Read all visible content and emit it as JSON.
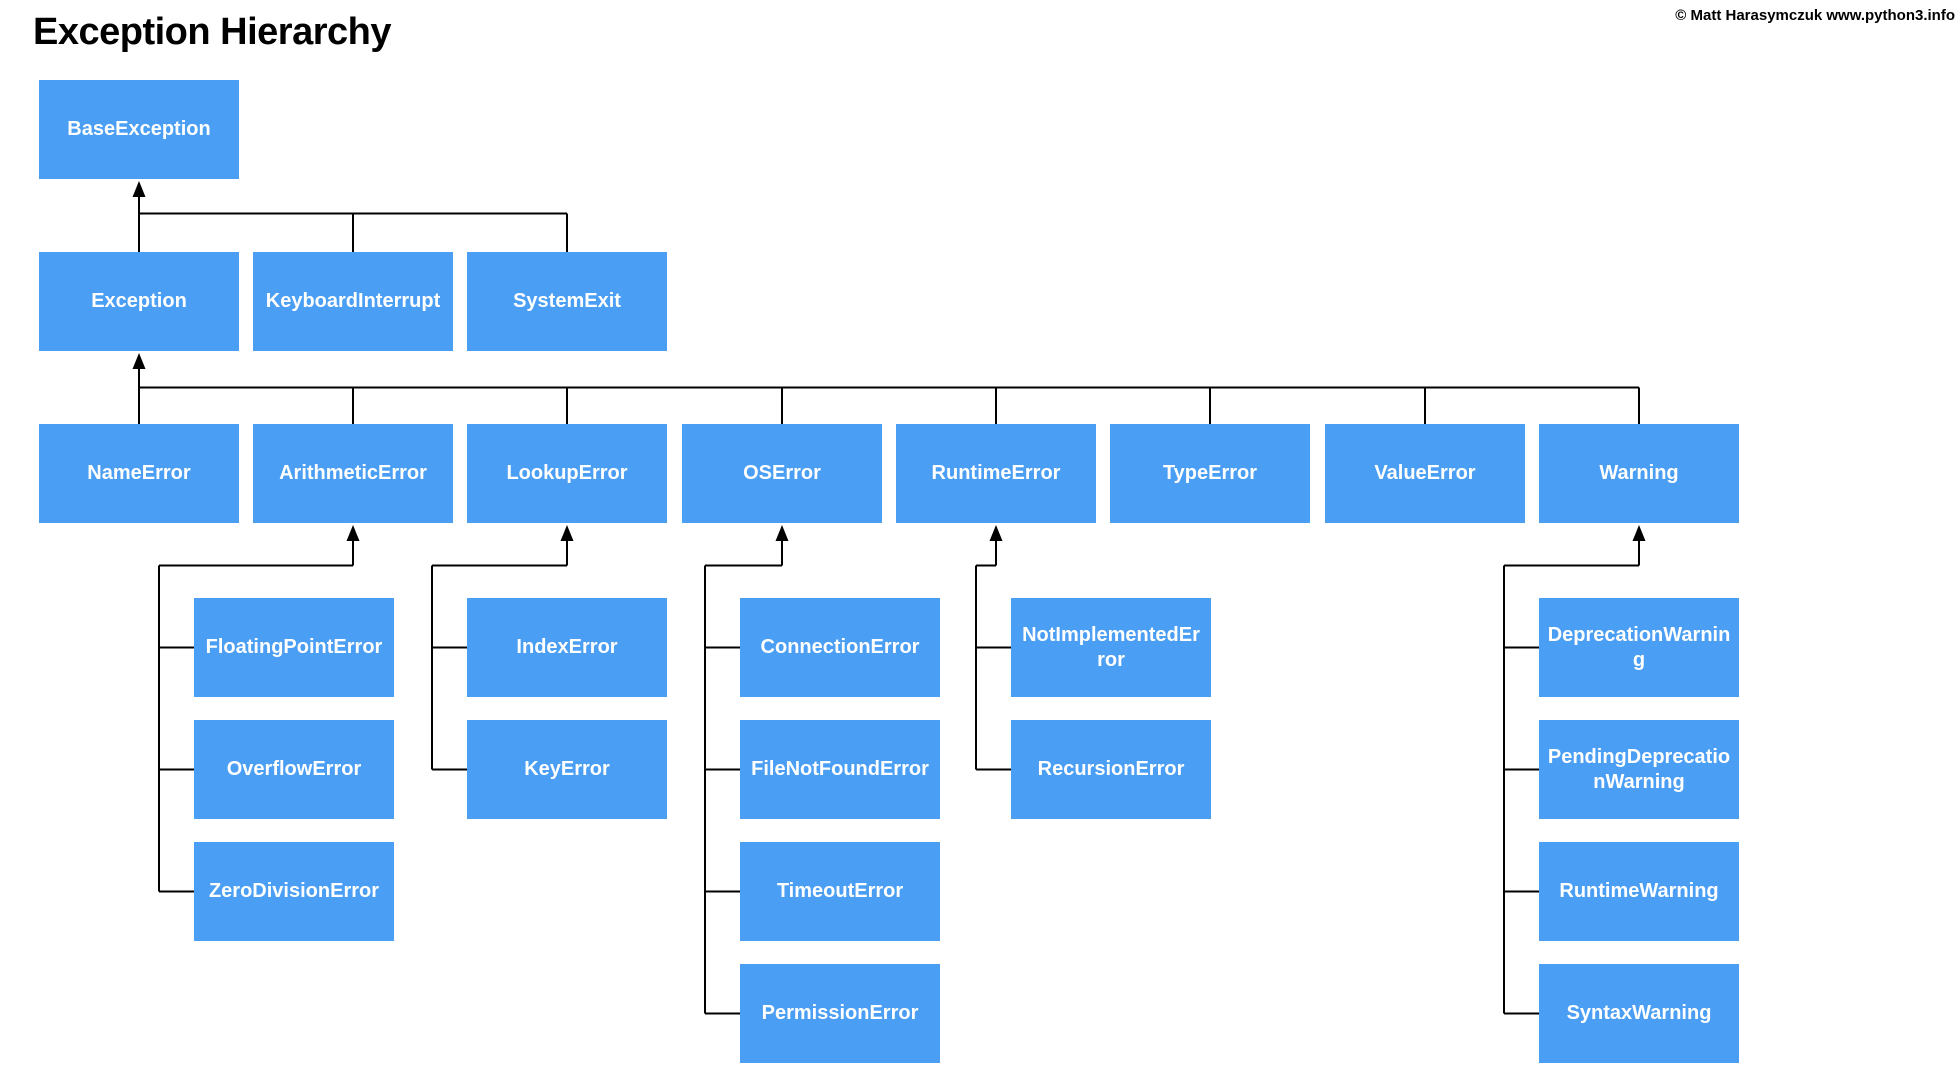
{
  "header": {
    "title": "Exception Hierarchy",
    "credit": "© Matt Harasymczuk www.python3.info"
  },
  "palette": {
    "node_fill": "#4A9EF4",
    "node_text": "#FFFFFF",
    "connector": "#000000",
    "page_bg": "#FFFFFF",
    "heading_text": "#000000"
  },
  "hierarchy": {
    "root": {
      "id": "BaseException",
      "label": "BaseException",
      "children": [
        {
          "id": "Exception",
          "label": "Exception",
          "children": [
            {
              "id": "NameError",
              "label": "NameError"
            },
            {
              "id": "ArithmeticError",
              "label": "ArithmeticError",
              "children": [
                {
                  "id": "FloatingPointError",
                  "label": "FloatingPointError"
                },
                {
                  "id": "OverflowError",
                  "label": "OverflowError"
                },
                {
                  "id": "ZeroDivisionError",
                  "label": "ZeroDivisionError"
                }
              ]
            },
            {
              "id": "LookupError",
              "label": "LookupError",
              "children": [
                {
                  "id": "IndexError",
                  "label": "IndexError"
                },
                {
                  "id": "KeyError",
                  "label": "KeyError"
                }
              ]
            },
            {
              "id": "OSError",
              "label": "OSError",
              "children": [
                {
                  "id": "ConnectionError",
                  "label": "ConnectionError"
                },
                {
                  "id": "FileNotFoundError",
                  "label": "FileNotFoundError"
                },
                {
                  "id": "TimeoutError",
                  "label": "TimeoutError"
                },
                {
                  "id": "PermissionError",
                  "label": "PermissionError"
                }
              ]
            },
            {
              "id": "RuntimeError",
              "label": "RuntimeError",
              "children": [
                {
                  "id": "NotImplementedError",
                  "label": "NotImplementedError"
                },
                {
                  "id": "RecursionError",
                  "label": "RecursionError"
                }
              ]
            },
            {
              "id": "TypeError",
              "label": "TypeError"
            },
            {
              "id": "ValueError",
              "label": "ValueError"
            },
            {
              "id": "Warning",
              "label": "Warning",
              "children": [
                {
                  "id": "DeprecationWarning",
                  "label": "DeprecationWarning"
                },
                {
                  "id": "PendingDeprecationWarning",
                  "label": "PendingDeprecationWarning"
                },
                {
                  "id": "RuntimeWarning",
                  "label": "RuntimeWarning"
                },
                {
                  "id": "SyntaxWarning",
                  "label": "SyntaxWarning"
                }
              ]
            }
          ]
        },
        {
          "id": "KeyboardInterrupt",
          "label": "KeyboardInterrupt"
        },
        {
          "id": "SystemExit",
          "label": "SystemExit"
        }
      ]
    }
  }
}
